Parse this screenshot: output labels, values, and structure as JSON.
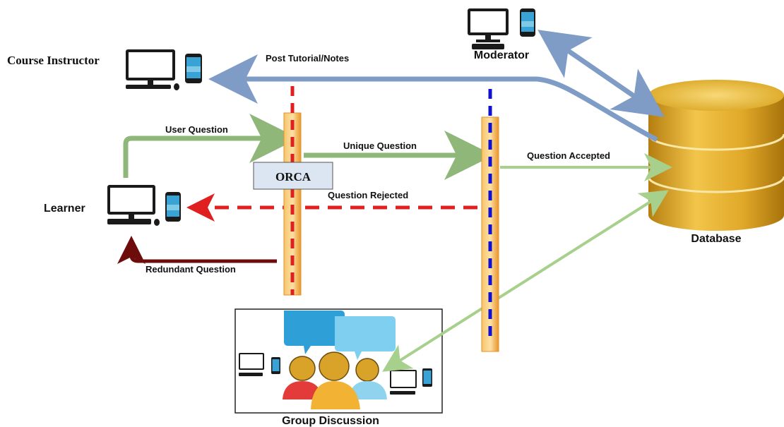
{
  "actors": {
    "instructor": "Course Instructor",
    "moderator": "Moderator",
    "learner": "Learner",
    "database": "Database",
    "group": "Group Discussion",
    "orca": "ORCA"
  },
  "flows": {
    "post_tutorial": "Post Tutorial/Notes",
    "user_question": "User Question",
    "unique_question": "Unique Question",
    "question_accepted": "Question Accepted",
    "question_rejected": "Question Rejected",
    "redundant_question": "Redundant Question"
  },
  "colors": {
    "blue_arrow": "#7f9cc6",
    "green_arrow": "#8fb77a",
    "light_green_arrow": "#a8d08d",
    "red_dash": "#e02020",
    "dark_red": "#6e0c0c",
    "bar_orange": "#f2a93b",
    "blue_dash": "#1010d0",
    "db_gold": "#d9a520"
  }
}
